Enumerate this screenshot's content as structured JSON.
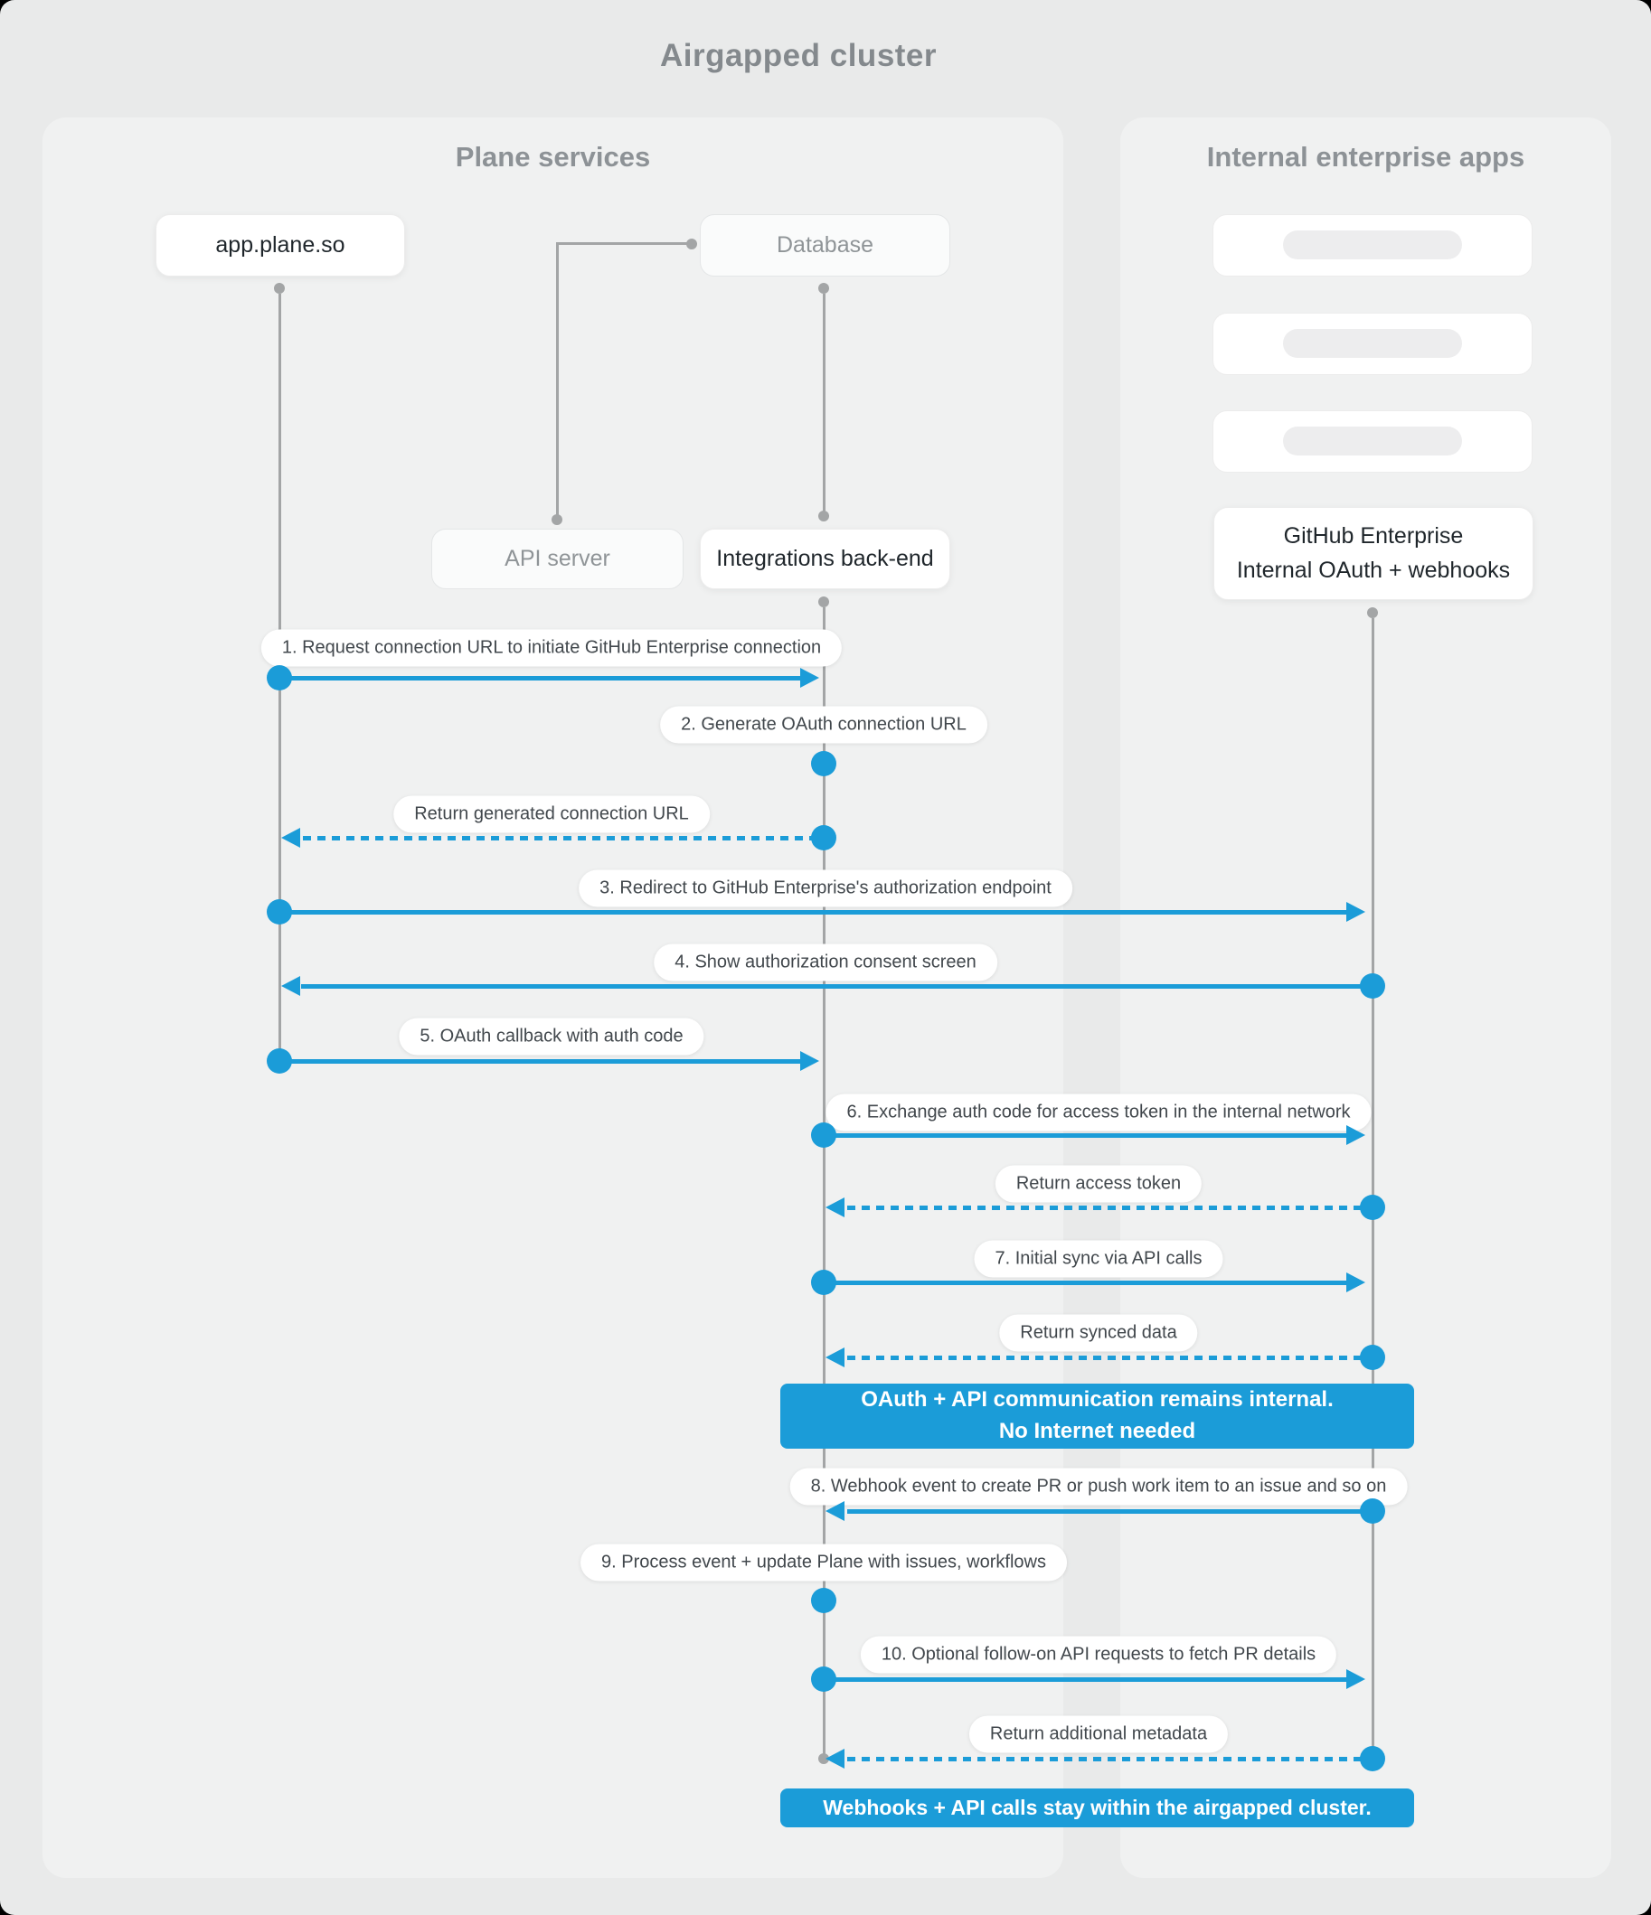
{
  "title": "Airgapped cluster",
  "colors": {
    "accent": "#1b9cd8",
    "page_bg": "#e9eaea",
    "panel_bg": "#f0f1f1"
  },
  "panels": {
    "left": {
      "title": "Plane services"
    },
    "right": {
      "title": "Internal enterprise apps"
    }
  },
  "actors": {
    "app_plane": {
      "label": "app.plane.so"
    },
    "database": {
      "label": "Database"
    },
    "api_server": {
      "label": "API server"
    },
    "integrations": {
      "label": "Integrations back-end"
    },
    "github": {
      "line1": "GitHub Enterprise",
      "line2": "Internal OAuth + webhooks"
    },
    "placeholder_app_count": 3
  },
  "messages": [
    {
      "label": "1. Request connection URL to initiate GitHub Enterprise connection",
      "from": "app.plane.so",
      "to": "Integrations back-end",
      "style": "solid"
    },
    {
      "label": "2. Generate OAuth connection URL",
      "from": "Integrations back-end",
      "to": "Integrations back-end",
      "style": "self"
    },
    {
      "label": "Return generated connection URL",
      "from": "Integrations back-end",
      "to": "app.plane.so",
      "style": "dashed"
    },
    {
      "label": "3. Redirect to GitHub Enterprise's authorization endpoint",
      "from": "app.plane.so",
      "to": "GitHub Enterprise",
      "style": "solid"
    },
    {
      "label": "4. Show authorization consent screen",
      "from": "GitHub Enterprise",
      "to": "app.plane.so",
      "style": "solid"
    },
    {
      "label": "5. OAuth callback with auth code",
      "from": "app.plane.so",
      "to": "Integrations back-end",
      "style": "solid"
    },
    {
      "label": "6. Exchange auth code for access token in the internal network",
      "from": "Integrations back-end",
      "to": "GitHub Enterprise",
      "style": "solid"
    },
    {
      "label": "Return access token",
      "from": "GitHub Enterprise",
      "to": "Integrations back-end",
      "style": "dashed"
    },
    {
      "label": "7. Initial sync via API calls",
      "from": "Integrations back-end",
      "to": "GitHub Enterprise",
      "style": "solid"
    },
    {
      "label": "Return synced data",
      "from": "GitHub Enterprise",
      "to": "Integrations back-end",
      "style": "dashed"
    },
    {
      "label": "8. Webhook event to create PR or push work item to an issue and so on",
      "from": "GitHub Enterprise",
      "to": "Integrations back-end",
      "style": "solid"
    },
    {
      "label": "9. Process event + update Plane with issues, workflows",
      "from": "Integrations back-end",
      "to": "Integrations back-end",
      "style": "self"
    },
    {
      "label": "10. Optional follow-on API requests to fetch PR details",
      "from": "Integrations back-end",
      "to": "GitHub Enterprise",
      "style": "solid"
    },
    {
      "label": "Return additional metadata",
      "from": "GitHub Enterprise",
      "to": "Integrations back-end",
      "style": "dashed"
    }
  ],
  "banners": [
    {
      "line1": "OAuth + API communication remains internal.",
      "line2": "No Internet needed"
    },
    {
      "line1": "Webhooks + API calls stay within the airgapped cluster."
    }
  ]
}
